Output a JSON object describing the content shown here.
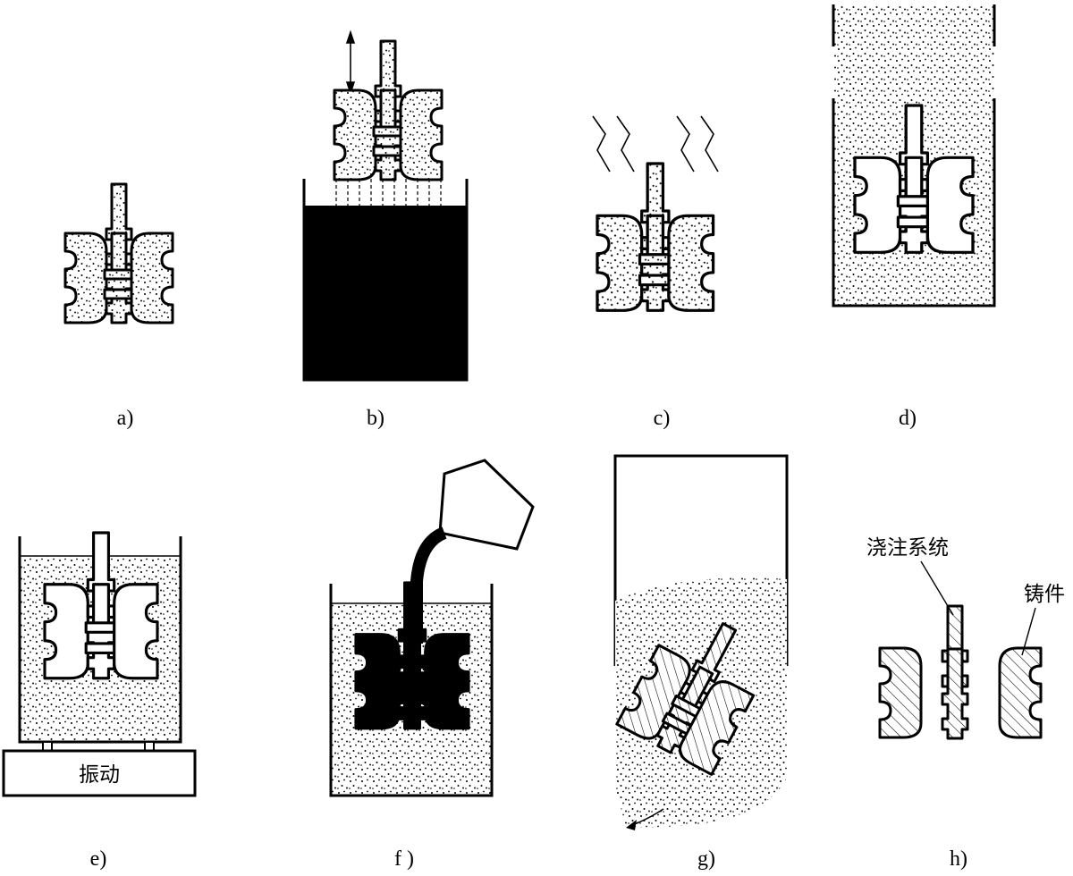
{
  "panels": [
    {
      "id": "a",
      "caption": "a)"
    },
    {
      "id": "b",
      "caption": "b)"
    },
    {
      "id": "c",
      "caption": "c)"
    },
    {
      "id": "d",
      "caption": "d)"
    },
    {
      "id": "e",
      "caption": "e)",
      "label": "振动"
    },
    {
      "id": "f",
      "caption": "f )"
    },
    {
      "id": "g",
      "caption": "g)"
    },
    {
      "id": "h",
      "caption": "h)",
      "labels": {
        "gating": "浇注系统",
        "casting": "铸件"
      }
    }
  ],
  "colors": {
    "ink": "#000000",
    "paper": "#ffffff"
  }
}
